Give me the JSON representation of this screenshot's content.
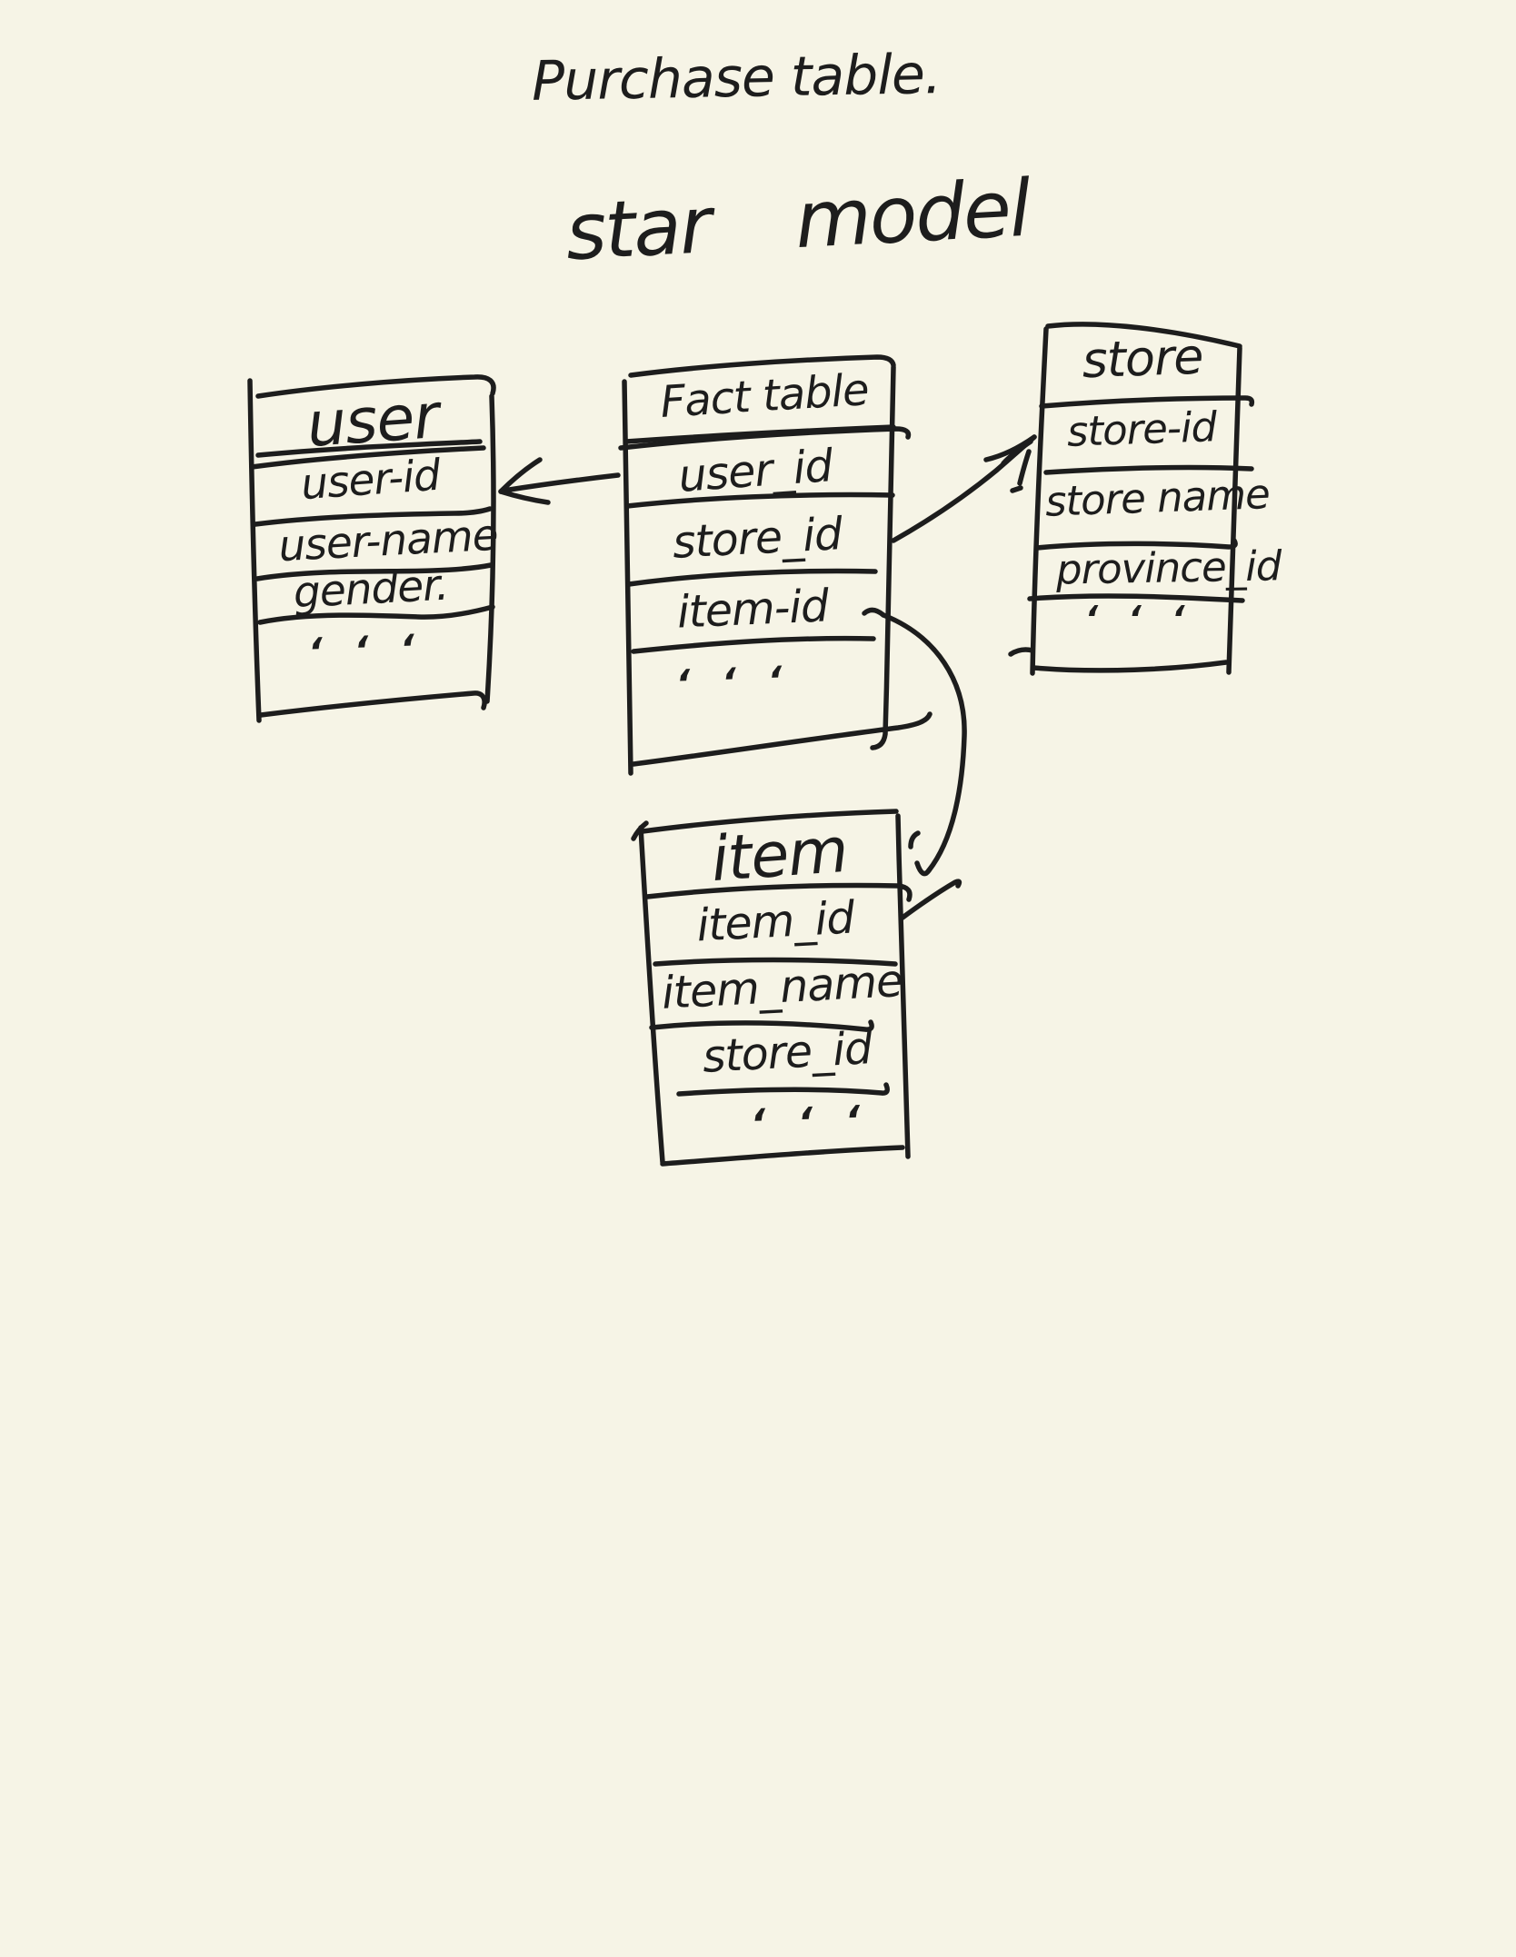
{
  "page": {
    "title": "Purchase table.",
    "subtitle": "star model"
  },
  "colors": {
    "background": "#f6f4e6",
    "ink": "#1d1d1d"
  },
  "tables": {
    "user": {
      "title": "user",
      "fields": [
        "user-id",
        "user-name",
        "gender.",
        "ʻ ʻ ʻ"
      ]
    },
    "fact": {
      "title": "Fact table",
      "fields": [
        "user_id",
        "store_id",
        "item-id",
        "ʻ ʻ ʻ"
      ]
    },
    "store": {
      "title": "store",
      "fields": [
        "store-id",
        "store name",
        "province_id",
        "ʻ ʻ ʻ"
      ]
    },
    "item": {
      "title": "item",
      "fields": [
        "item_id",
        "item_name",
        "store_id",
        "ʻ ʻ ʻ"
      ]
    }
  },
  "relations": [
    {
      "from": "Fact table.user_id",
      "to": "user.user-id"
    },
    {
      "from": "Fact table.store_id",
      "to": "store.store-id"
    },
    {
      "from": "Fact table.item-id",
      "to": "item.item_id"
    }
  ]
}
